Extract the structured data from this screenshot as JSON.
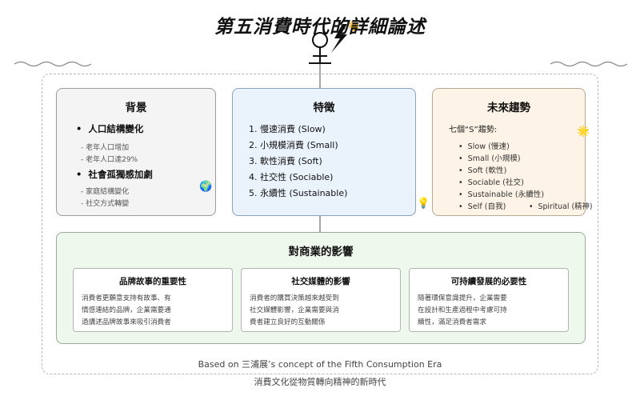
{
  "title": "第五消費時代的詳細論述",
  "background": {
    "title": "背景",
    "groups": [
      {
        "label": "人口結構變化",
        "items": [
          "老年人口增加",
          "老年人口達29%"
        ]
      },
      {
        "label": "社會孤獨感加劇",
        "items": [
          "家庭結構變化",
          "社交方式轉變"
        ]
      }
    ],
    "icon": "globe-icon"
  },
  "features": {
    "title": "特徵",
    "items": [
      "1. 慢速消費 (Slow)",
      "2. 小規模消費 (Small)",
      "3. 軟性消費 (Soft)",
      "4. 社交性 (Sociable)",
      "5. 永續性 (Sustainable)"
    ],
    "icon": "lightbulb-icon"
  },
  "future": {
    "title": "未來趨勢",
    "subtitle": "七個“S”趨勢:",
    "items": [
      "Slow (慢速)",
      "Small (小規模)",
      "Soft (軟性)",
      "Sociable (社交)",
      "Sustainable (永續性)",
      "Self (自我)",
      "Spiritual (精神)"
    ],
    "icon": "sparkle-icon"
  },
  "impact": {
    "title": "對商業的影響",
    "cards": [
      {
        "title": "品牌故事的重要性",
        "lines": [
          "消費者更願意支持有故事、有",
          "情感連結的品牌，企業需要通",
          "過講述品牌故事來吸引消費者"
        ]
      },
      {
        "title": "社交媒體的影響",
        "lines": [
          "消費者的購買決策越來越受到",
          "社交媒體影響，企業需要與消",
          "費者建立良好的互動關係"
        ]
      },
      {
        "title": "可持續發展的必要性",
        "lines": [
          "隨著環保意識提升，企業需要",
          "在設計和生產過程中考慮可持",
          "續性，滿足消費者需求"
        ]
      }
    ]
  },
  "footer": {
    "credit": "Based on 三浦展’s concept of the Fifth Consumption Era",
    "tagline": "消費文化從物質轉向精神的新時代"
  }
}
